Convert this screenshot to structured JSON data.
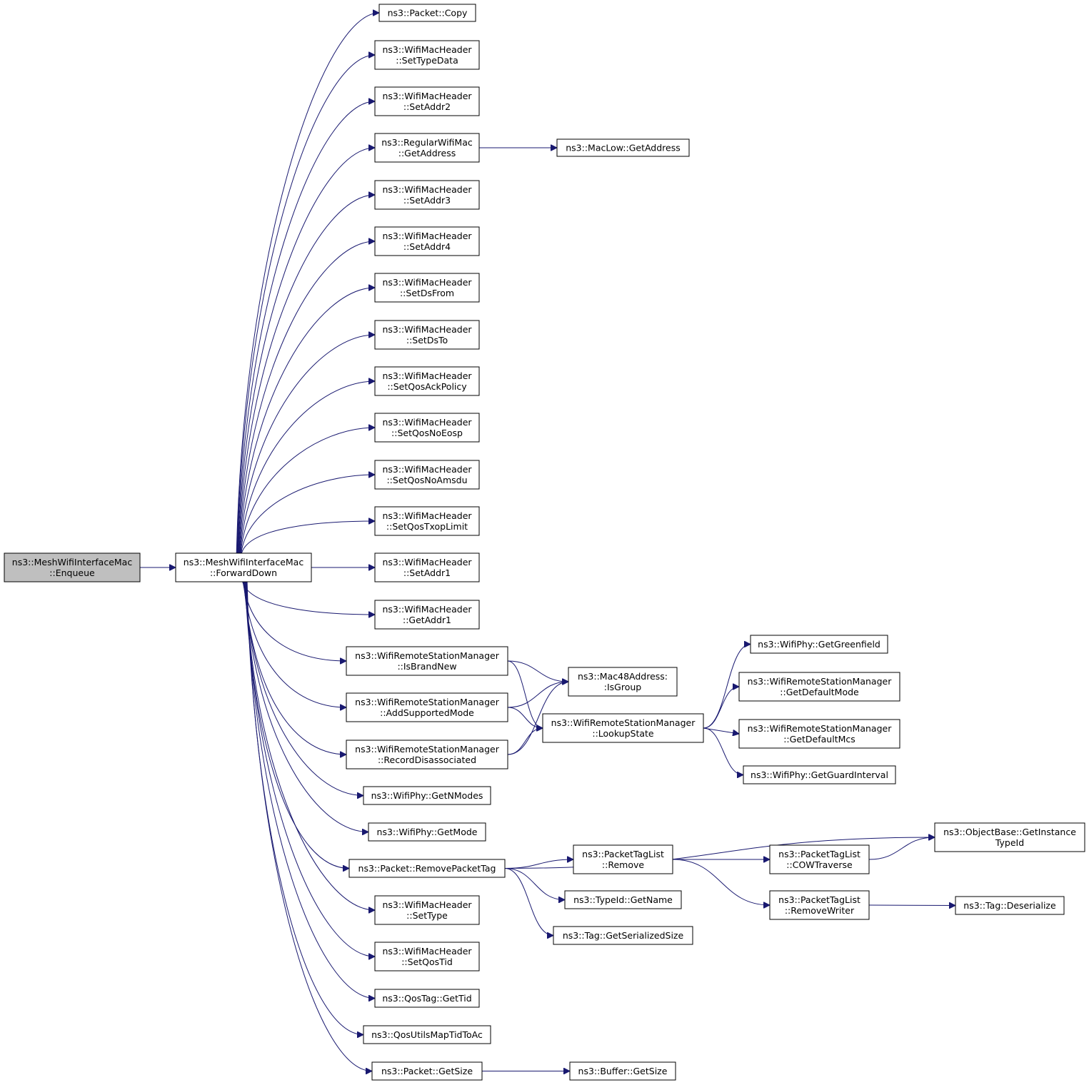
{
  "nodes": {
    "enqueue": [
      "ns3::MeshWifiInterfaceMac",
      "::Enqueue"
    ],
    "forwarddown": [
      "ns3::MeshWifiInterfaceMac",
      "::ForwardDown"
    ],
    "copy": [
      "ns3::Packet::Copy"
    ],
    "settypedata": [
      "ns3::WifiMacHeader",
      "::SetTypeData"
    ],
    "setaddr2": [
      "ns3::WifiMacHeader",
      "::SetAddr2"
    ],
    "getaddress_rwm": [
      "ns3::RegularWifiMac",
      "::GetAddress"
    ],
    "maclow_getaddress": [
      "ns3::MacLow::GetAddress"
    ],
    "setaddr3": [
      "ns3::WifiMacHeader",
      "::SetAddr3"
    ],
    "setaddr4": [
      "ns3::WifiMacHeader",
      "::SetAddr4"
    ],
    "setdsfrom": [
      "ns3::WifiMacHeader",
      "::SetDsFrom"
    ],
    "setdsto": [
      "ns3::WifiMacHeader",
      "::SetDsTo"
    ],
    "setqosackpolicy": [
      "ns3::WifiMacHeader",
      "::SetQosAckPolicy"
    ],
    "setqosnoeosp": [
      "ns3::WifiMacHeader",
      "::SetQosNoEosp"
    ],
    "setqosnoamsdu": [
      "ns3::WifiMacHeader",
      "::SetQosNoAmsdu"
    ],
    "setqostxoplimit": [
      "ns3::WifiMacHeader",
      "::SetQosTxopLimit"
    ],
    "setaddr1": [
      "ns3::WifiMacHeader",
      "::SetAddr1"
    ],
    "getaddr1": [
      "ns3::WifiMacHeader",
      "::GetAddr1"
    ],
    "isbrandnew": [
      "ns3::WifiRemoteStationManager",
      "::IsBrandNew"
    ],
    "addsupportedmode": [
      "ns3::WifiRemoteStationManager",
      "::AddSupportedMode"
    ],
    "recorddisassociated": [
      "ns3::WifiRemoteStationManager",
      "::RecordDisassociated"
    ],
    "isgroup": [
      "ns3::Mac48Address:",
      ":IsGroup"
    ],
    "lookupstate": [
      "ns3::WifiRemoteStationManager",
      "::LookupState"
    ],
    "getgreenfield": [
      "ns3::WifiPhy::GetGreenfield"
    ],
    "getdefaultmode": [
      "ns3::WifiRemoteStationManager",
      "::GetDefaultMode"
    ],
    "getdefaultmcs": [
      "ns3::WifiRemoteStationManager",
      "::GetDefaultMcs"
    ],
    "getguardinterval": [
      "ns3::WifiPhy::GetGuardInterval"
    ],
    "getnmodes": [
      "ns3::WifiPhy::GetNModes"
    ],
    "getmode": [
      "ns3::WifiPhy::GetMode"
    ],
    "removepackettag": [
      "ns3::Packet::RemovePacketTag"
    ],
    "ptl_remove": [
      "ns3::PacketTagList",
      "::Remove"
    ],
    "ptl_cowtraverse": [
      "ns3::PacketTagList",
      "::COWTraverse"
    ],
    "getinstancetypeid": [
      "ns3::ObjectBase::GetInstance",
      "TypeId"
    ],
    "typeid_getname": [
      "ns3::TypeId::GetName"
    ],
    "tag_getserializedsize": [
      "ns3::Tag::GetSerializedSize"
    ],
    "ptl_removewriter": [
      "ns3::PacketTagList",
      "::RemoveWriter"
    ],
    "tag_deserialize": [
      "ns3::Tag::Deserialize"
    ],
    "settype": [
      "ns3::WifiMacHeader",
      "::SetType"
    ],
    "setqostid": [
      "ns3::WifiMacHeader",
      "::SetQosTid"
    ],
    "qostag_gettid": [
      "ns3::QosTag::GetTid"
    ],
    "qosutilsmaptidtoac": [
      "ns3::QosUtilsMapTidToAc"
    ],
    "packet_getsize": [
      "ns3::Packet::GetSize"
    ],
    "buffer_getsize": [
      "ns3::Buffer::GetSize"
    ]
  },
  "edges": [
    [
      "enqueue",
      "forwarddown"
    ],
    [
      "forwarddown",
      "copy"
    ],
    [
      "forwarddown",
      "settypedata"
    ],
    [
      "forwarddown",
      "setaddr2"
    ],
    [
      "forwarddown",
      "getaddress_rwm"
    ],
    [
      "getaddress_rwm",
      "maclow_getaddress"
    ],
    [
      "forwarddown",
      "setaddr3"
    ],
    [
      "forwarddown",
      "setaddr4"
    ],
    [
      "forwarddown",
      "setdsfrom"
    ],
    [
      "forwarddown",
      "setdsto"
    ],
    [
      "forwarddown",
      "setqosackpolicy"
    ],
    [
      "forwarddown",
      "setqosnoeosp"
    ],
    [
      "forwarddown",
      "setqosnoamsdu"
    ],
    [
      "forwarddown",
      "setqostxoplimit"
    ],
    [
      "forwarddown",
      "setaddr1"
    ],
    [
      "forwarddown",
      "getaddr1"
    ],
    [
      "forwarddown",
      "isbrandnew"
    ],
    [
      "forwarddown",
      "addsupportedmode"
    ],
    [
      "forwarddown",
      "recorddisassociated"
    ],
    [
      "forwarddown",
      "getnmodes"
    ],
    [
      "forwarddown",
      "getmode"
    ],
    [
      "forwarddown",
      "removepackettag"
    ],
    [
      "forwarddown",
      "settype"
    ],
    [
      "forwarddown",
      "setqostid"
    ],
    [
      "forwarddown",
      "qostag_gettid"
    ],
    [
      "forwarddown",
      "qosutilsmaptidtoac"
    ],
    [
      "forwarddown",
      "packet_getsize"
    ],
    [
      "isbrandnew",
      "isgroup"
    ],
    [
      "isbrandnew",
      "lookupstate"
    ],
    [
      "addsupportedmode",
      "isgroup"
    ],
    [
      "addsupportedmode",
      "lookupstate"
    ],
    [
      "recorddisassociated",
      "isgroup"
    ],
    [
      "recorddisassociated",
      "lookupstate"
    ],
    [
      "lookupstate",
      "getgreenfield"
    ],
    [
      "lookupstate",
      "getdefaultmode"
    ],
    [
      "lookupstate",
      "getdefaultmcs"
    ],
    [
      "lookupstate",
      "getguardinterval"
    ],
    [
      "removepackettag",
      "getinstancetypeid"
    ],
    [
      "removepackettag",
      "ptl_remove"
    ],
    [
      "removepackettag",
      "typeid_getname"
    ],
    [
      "removepackettag",
      "tag_getserializedsize"
    ],
    [
      "ptl_remove",
      "ptl_cowtraverse"
    ],
    [
      "ptl_remove",
      "ptl_removewriter"
    ],
    [
      "ptl_cowtraverse",
      "getinstancetypeid"
    ],
    [
      "ptl_removewriter",
      "tag_deserialize"
    ],
    [
      "packet_getsize",
      "buffer_getsize"
    ]
  ],
  "colors": {
    "edge": "#191970",
    "root_fill": "#bfbfbf",
    "node_fill": "#ffffff",
    "node_stroke": "#000000"
  }
}
